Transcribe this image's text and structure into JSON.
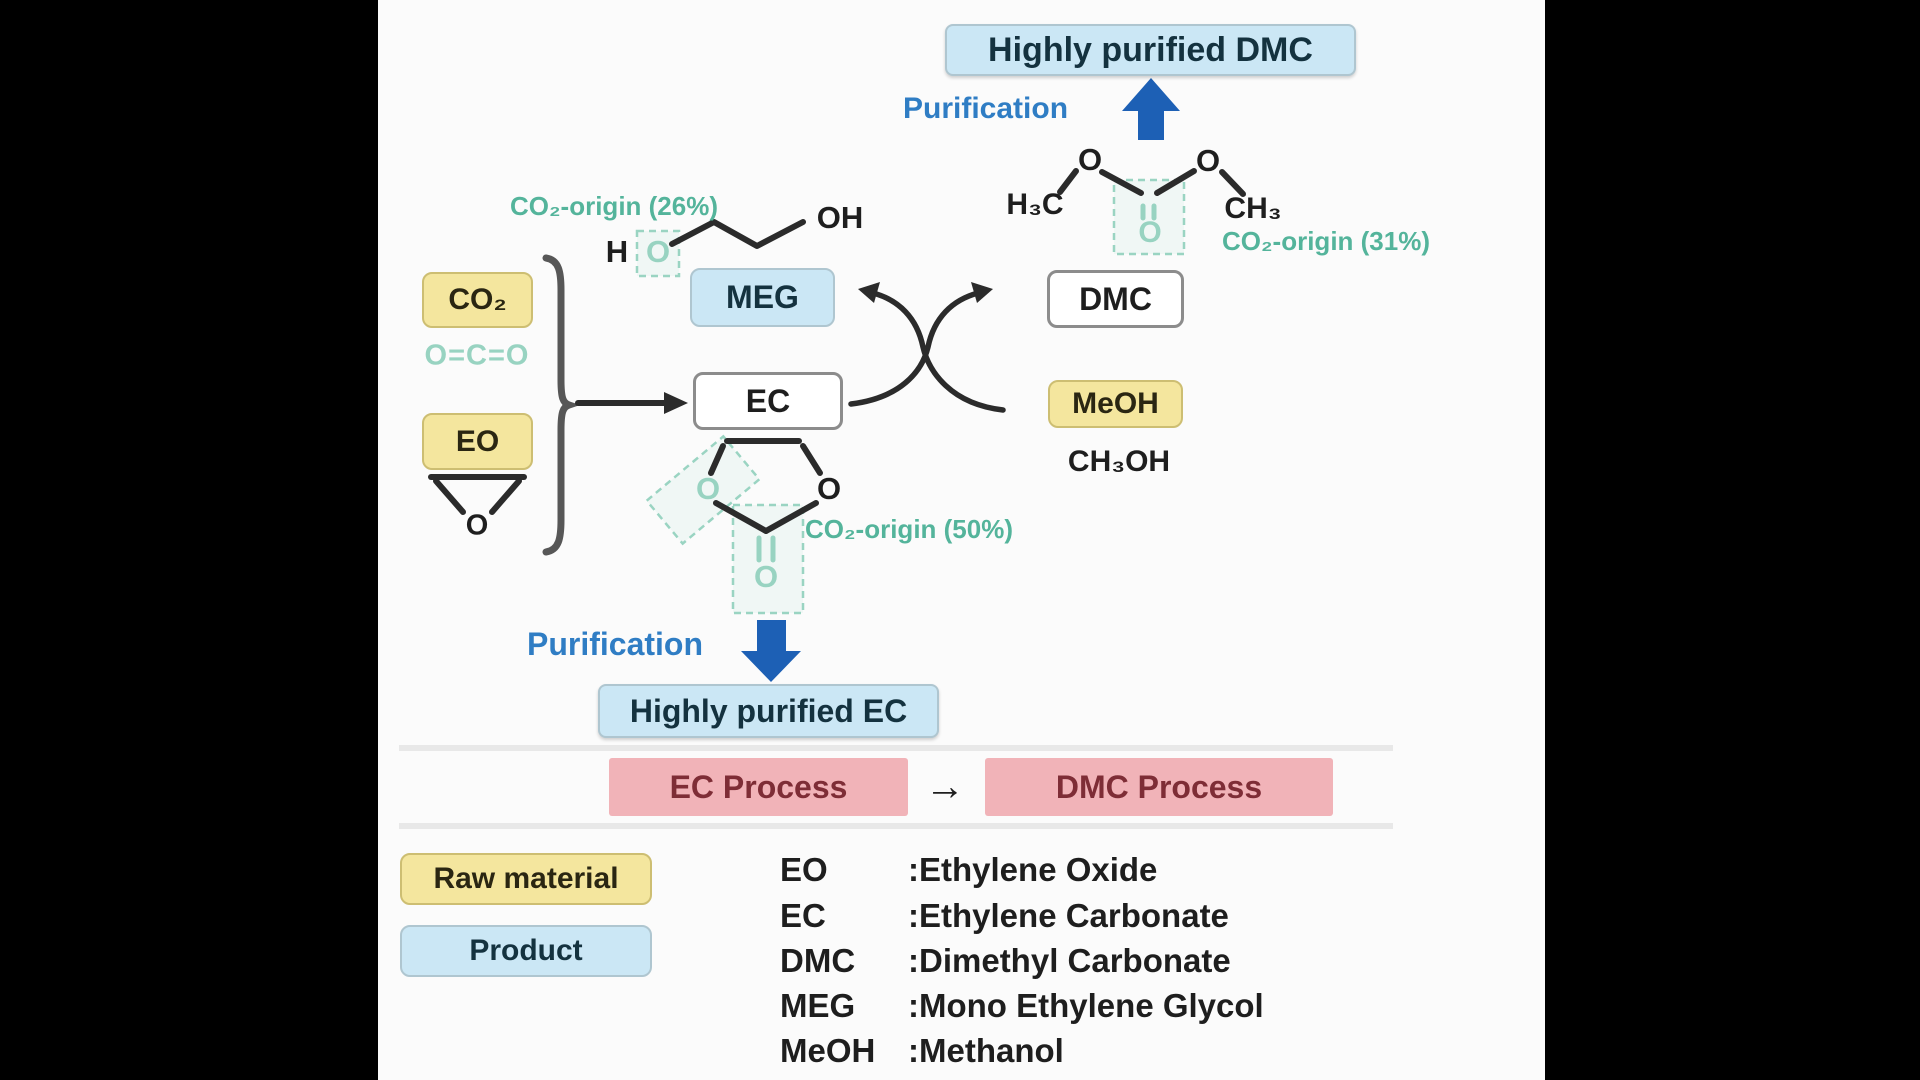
{
  "colors": {
    "page_bg": "#000000",
    "content_bg": "#fbfbfb",
    "yellow_fill": "#F4E69E",
    "yellow_border": "#CDBE72",
    "blue_fill": "#CBE7F5",
    "blue_border": "#AFC6D0",
    "white_fill": "#FFFFFF",
    "white_border": "#8C8C8C",
    "pink_fill": "#F1B3B8",
    "maroon_text": "#7E2D36",
    "navy_text": "#14323F",
    "black_text": "#1E1E1E",
    "teal_text": "#54B49B",
    "teal_light": "#98D3C1",
    "teal_dash": "#9AD4C2",
    "blue_text": "#2F7DC4",
    "blue_arrow": "#1D60B5",
    "bond": "#2B2B2B",
    "gray_line": "#E8E8E8",
    "brace": "#575757"
  },
  "top": {
    "highly_purified_dmc": "Highly purified DMC",
    "purification": "Purification"
  },
  "dmc_structure": {
    "h3c": "H₃C",
    "o_left": "O",
    "o_right": "O",
    "ch3": "CH₃",
    "carbonyl_o": "O",
    "co2_origin": "CO₂-origin (31%)"
  },
  "meg_structure": {
    "co2_origin": "CO₂-origin (26%)",
    "h": "H",
    "o": "O",
    "oh": "OH"
  },
  "inputs": {
    "co2": "CO₂",
    "co2_formula": "O=C=O",
    "eo": "EO",
    "eo_epoxide_o": "O"
  },
  "reaction": {
    "meg": "MEG",
    "ec": "EC",
    "dmc": "DMC",
    "meoh": "MeOH",
    "meoh_formula": "CH₃OH"
  },
  "ec_structure": {
    "ring_o_left": "O",
    "ring_o_right": "O",
    "carbonyl_o": "O",
    "co2_origin": "CO₂-origin (50%)"
  },
  "bottom": {
    "purification": "Purification",
    "highly_purified_ec": "Highly purified EC"
  },
  "process_bar": {
    "ec_process": "EC Process",
    "arrow": "→",
    "dmc_process": "DMC Process"
  },
  "key": {
    "raw_material": "Raw material",
    "product": "Product"
  },
  "abbreviations": [
    {
      "abbr": "EO",
      "colon": ":",
      "name": "Ethylene Oxide"
    },
    {
      "abbr": "EC",
      "colon": ":",
      "name": "Ethylene Carbonate"
    },
    {
      "abbr": "DMC",
      "colon": ":",
      "name": "Dimethyl Carbonate"
    },
    {
      "abbr": "MEG",
      "colon": ":",
      "name": "Mono Ethylene Glycol"
    },
    {
      "abbr": "MeOH",
      "colon": ":",
      "name": "Methanol"
    }
  ]
}
